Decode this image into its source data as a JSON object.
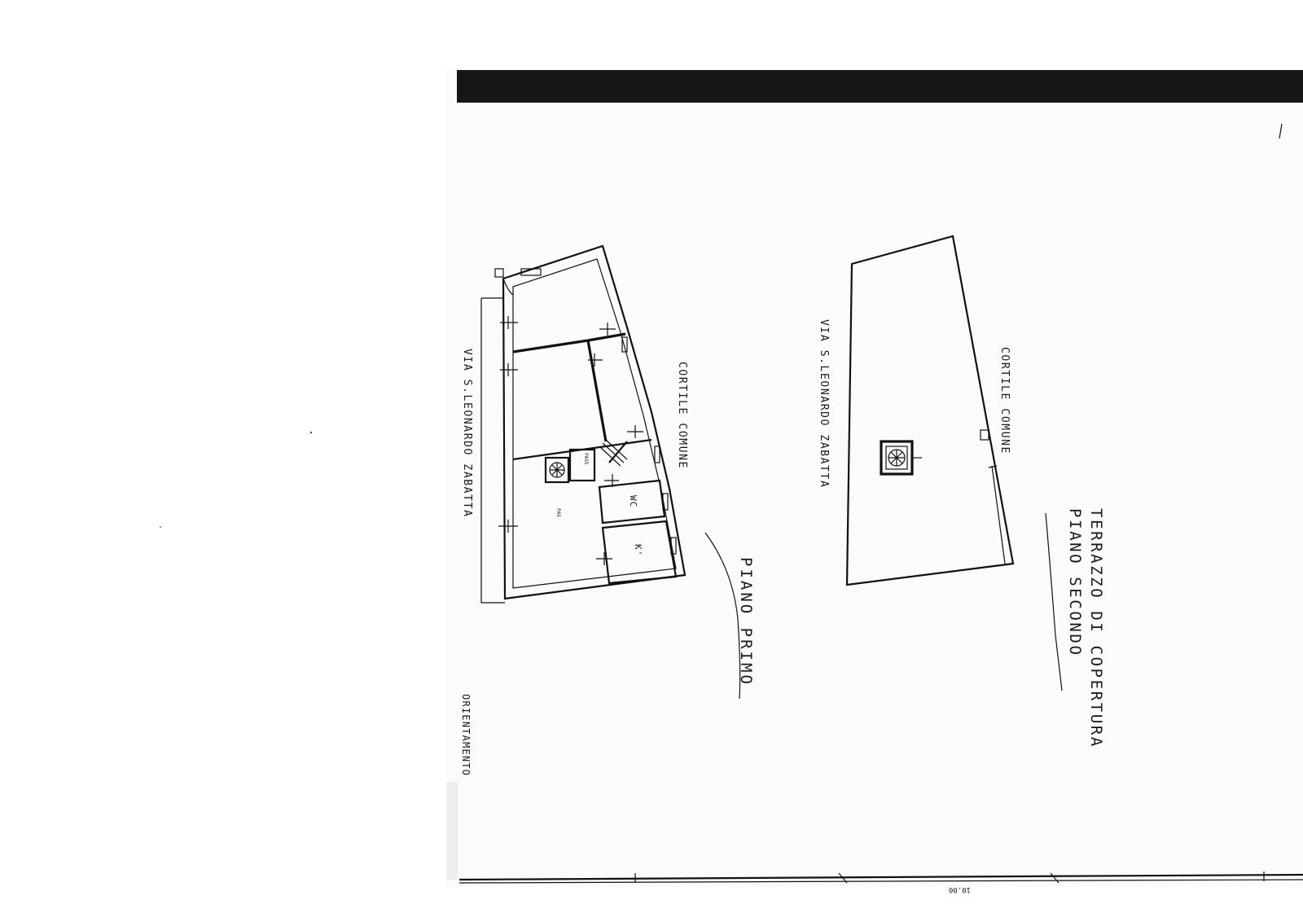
{
  "labels": {
    "piano_primo": "PIANO PRIMO",
    "terrazzo_line1": "TERRAZZO DI COPERTURA",
    "terrazzo_line2": "PIANO SECONDO",
    "via_left": "VIA S.LEONARDO ZABATTA",
    "via_right": "VIA S.LEONARDO ZABATTA",
    "cortile_left": "CORTILE COMUNE",
    "cortile_right": "CORTILE COMUNE",
    "room_wc": "WC",
    "room_k": "K'",
    "room_small_1": "PAS",
    "room_small_2": "PASS",
    "orientamento": "ORIENTAMENTO",
    "bottom_caption": "10.00"
  },
  "colors": {
    "ink": "#111111",
    "header_band": "#161616",
    "paper": "#ffffff"
  }
}
